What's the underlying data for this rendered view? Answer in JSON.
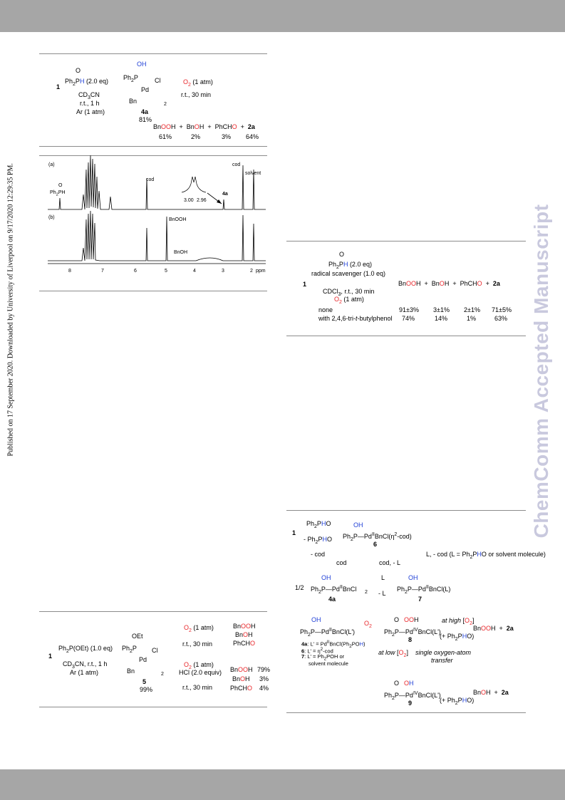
{
  "sidebar_text": "Published on 17 September 2020. Downloaded by University of Liverpool on 9/17/2020 12:29:35 PM.",
  "watermark": "ChemComm Accepted Manuscript",
  "scheme1": {
    "compound_1": "1",
    "reagent_top": "Ph2PH (2.0 eq)",
    "reagent_o": "O",
    "cond1": "CD3CN",
    "cond2": "r.t., 1 h",
    "cond3": "Ar (1 atm)",
    "pd_oh": "OH",
    "pd_ph2p": "Ph2P",
    "pd_cl": "Cl",
    "pd_pd": "Pd",
    "pd_bn": "Bn",
    "pd_sub2": "2",
    "label_4a": "4a",
    "yield_4a": "81%",
    "o2": "O2 (1 atm)",
    "rt30": "r.t., 30 min",
    "products": [
      "BnOOH",
      "BnOH",
      "PhCHO",
      "2a"
    ],
    "yields": [
      "61%",
      "2%",
      "3%",
      "64%"
    ]
  },
  "nmr": {
    "label_a": "(a)",
    "label_b": "(b)",
    "ph2ph_o": "O",
    "ph2ph": "Ph2PH",
    "cod1": "cod",
    "cod2": "cod",
    "solvent": "solvent",
    "label_4a": "4a",
    "inset_ticks": [
      "3.00",
      "2.96"
    ],
    "bnooh": "BnOOH",
    "bnoh": "BnOH",
    "axis_ticks": [
      "8",
      "7",
      "6",
      "5",
      "4",
      "3",
      "2"
    ],
    "axis_unit": "ppm"
  },
  "scheme2": {
    "compound_1": "1",
    "reagent_o": "O",
    "reagent": "Ph2PH (2.0 eq)",
    "scavenger": "radical scavenger (1.0 eq)",
    "cond": "CDCl3, r.t., 30 min",
    "o2": "O2 (1 atm)",
    "products": [
      "BnOOH",
      "BnOH",
      "PhCHO",
      "2a"
    ],
    "rows": [
      {
        "label": "none",
        "values": [
          "91±3%",
          "3±1%",
          "2±1%",
          "71±5%"
        ]
      },
      {
        "label": "with 2,4,6-tri-t-butylphenol",
        "values": [
          "74%",
          "14%",
          "1%",
          "63%"
        ]
      }
    ]
  },
  "scheme3": {
    "compound_1": "1",
    "reagent": "Ph2P(OEt) (1.0 eq)",
    "cond1": "CD3CN, r.t., 1 h",
    "cond2": "Ar (1 atm)",
    "oet": "OEt",
    "ph2p": "Ph2P",
    "pd": "Pd",
    "cl": "Cl",
    "bn": "Bn",
    "sub2": "2",
    "label_5": "5",
    "yield_5": "99%",
    "upper_o2": "O2 (1 atm)",
    "upper_rt": "r.t., 30 min",
    "upper_products": [
      "BnOOH",
      "BnOH",
      "PhCHO"
    ],
    "lower_o2": "O2 (1 atm)",
    "lower_hcl": "HCl (2.0 equiv)",
    "lower_rt": "r.t., 30 min",
    "lower_products": [
      "BnOOH",
      "BnOH",
      "PhCHO"
    ],
    "lower_yields": [
      "79%",
      "3%",
      "4%"
    ]
  },
  "mechanism": {
    "c1": "1",
    "top_arrow_up": "Ph2PHO",
    "top_arrow_down": "- Ph2PHO",
    "oh": "OH",
    "complex6": "Ph2P—PdIIBnCl(η2-cod)",
    "label6": "6",
    "cod_minus": "- cod",
    "cod_plus": "cod",
    "l_minus_cod": "L, - cod (L = Ph2PHO or solvent molecule)",
    "cod_minus_l": "cod, - L",
    "half": "1/2",
    "dimer": "Ph2P—PdIIBnCl",
    "sub2": "2",
    "label4a": "4a",
    "arrow_l": "L",
    "arrow_minus_l": "- L",
    "complex7": "Ph2P—PdIIBnCl(L)",
    "label7": "7",
    "gen_complex": "Ph2P—PdIIBnCl(L')",
    "o2": "O2",
    "legend": [
      "4a: L' = PdIIBnCl(Ph2POH)",
      "6: L' = η2-cod",
      "7: L' = Ph2POH or",
      "solvent molecule"
    ],
    "pdiv_o": "O",
    "pdiv_ooh": "OOH",
    "pdiv_complex": "Ph2P—PdIVBnCl(L')",
    "label8": "8",
    "high_o2": "at high [O2]",
    "plus_ph2pho": "(+ Ph2PHO)",
    "prod_high": "BnOOH + 2a",
    "low_o2": "at low [O2]",
    "single": "single oxygen-atom",
    "transfer": "transfer",
    "label9": "9",
    "prod_low": "BnOH + 2a"
  }
}
